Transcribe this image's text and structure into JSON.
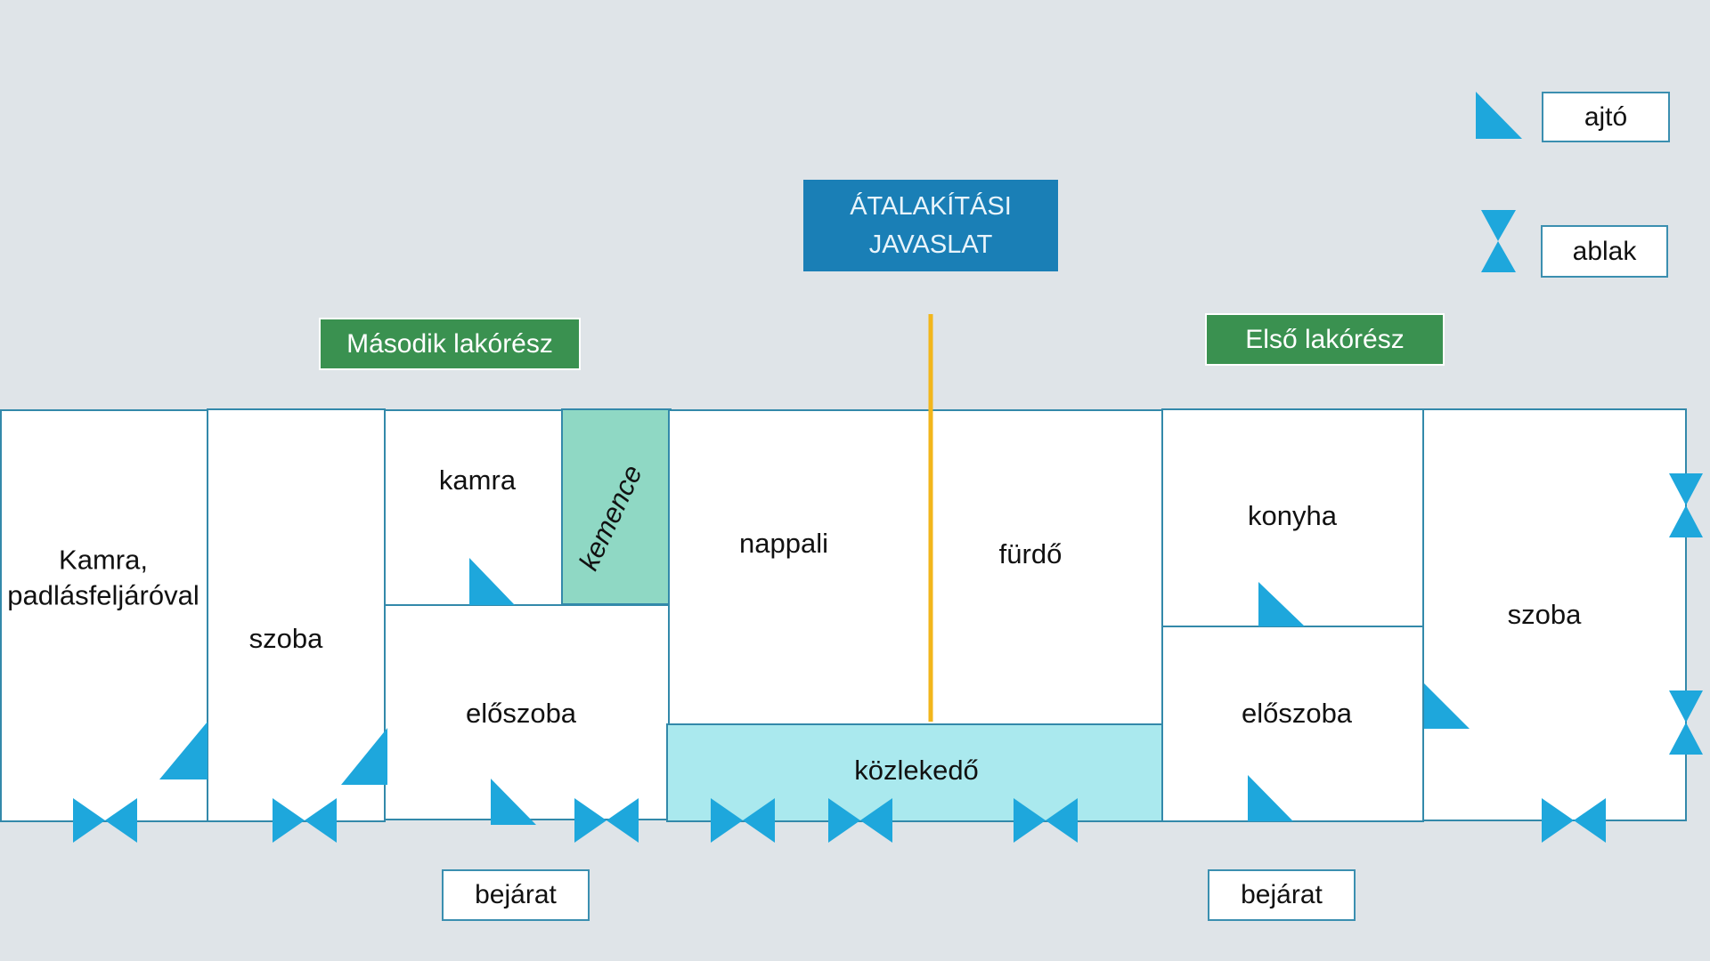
{
  "title": {
    "line1": "ÁTALAKÍTÁSI",
    "line2": "JAVASLAT"
  },
  "sections": {
    "second": "Második lakórész",
    "first": "Első lakórész"
  },
  "legend": {
    "door": "ajtó",
    "window": "ablak"
  },
  "rooms": {
    "kamra_padlas_1": "Kamra,",
    "kamra_padlas_2": "padlásfeljáróval",
    "szoba_left": "szoba",
    "kamra": "kamra",
    "kemence": "kemence",
    "nappali": "nappali",
    "furdo": "fürdő",
    "konyha": "konyha",
    "szoba_right": "szoba",
    "eloszoba_left": "előszoba",
    "eloszoba_right": "előszoba",
    "kozlekedo": "közlekedő"
  },
  "entrances": {
    "left": "bejárat",
    "right": "bejárat"
  },
  "colors": {
    "background": "#dfe4e8",
    "symbol": "#1ea7dc",
    "divider": "#f2b61b",
    "kemence": "#8fd8c4",
    "corridor": "#aae9ee"
  }
}
